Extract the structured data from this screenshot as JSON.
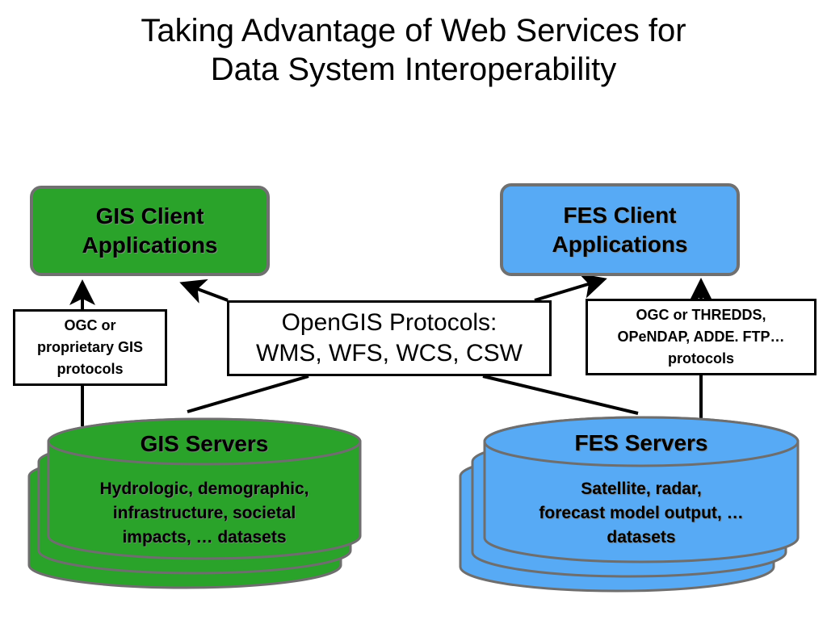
{
  "title": {
    "line1": "Taking Advantage of Web Services for",
    "line2": "Data System Interoperability"
  },
  "gis_client": {
    "line1": "GIS Client",
    "line2": "Applications",
    "color": "#2aa32a"
  },
  "fes_client": {
    "line1": "FES Client",
    "line2": "Applications",
    "color": "#57aaf5"
  },
  "gis_protocols": {
    "line1": "OGC or",
    "line2": "proprietary GIS",
    "line3": "protocols"
  },
  "opengis_protocols": {
    "line1": "OpenGIS Protocols:",
    "line2": "WMS, WFS, WCS, CSW"
  },
  "fes_protocols": {
    "line1": "OGC or THREDDS,",
    "line2": "OPeNDAP, ADDE. FTP…",
    "line3": "protocols"
  },
  "gis_servers": {
    "title": "GIS Servers",
    "desc_line1": "Hydrologic, demographic,",
    "desc_line2": "infrastructure, societal",
    "desc_line3": "impacts, … datasets",
    "color": "#2aa32a"
  },
  "fes_servers": {
    "title": "FES Servers",
    "desc_line1": "Satellite, radar,",
    "desc_line2": "forecast model output, …",
    "desc_line3": "datasets",
    "color": "#57aaf5"
  }
}
